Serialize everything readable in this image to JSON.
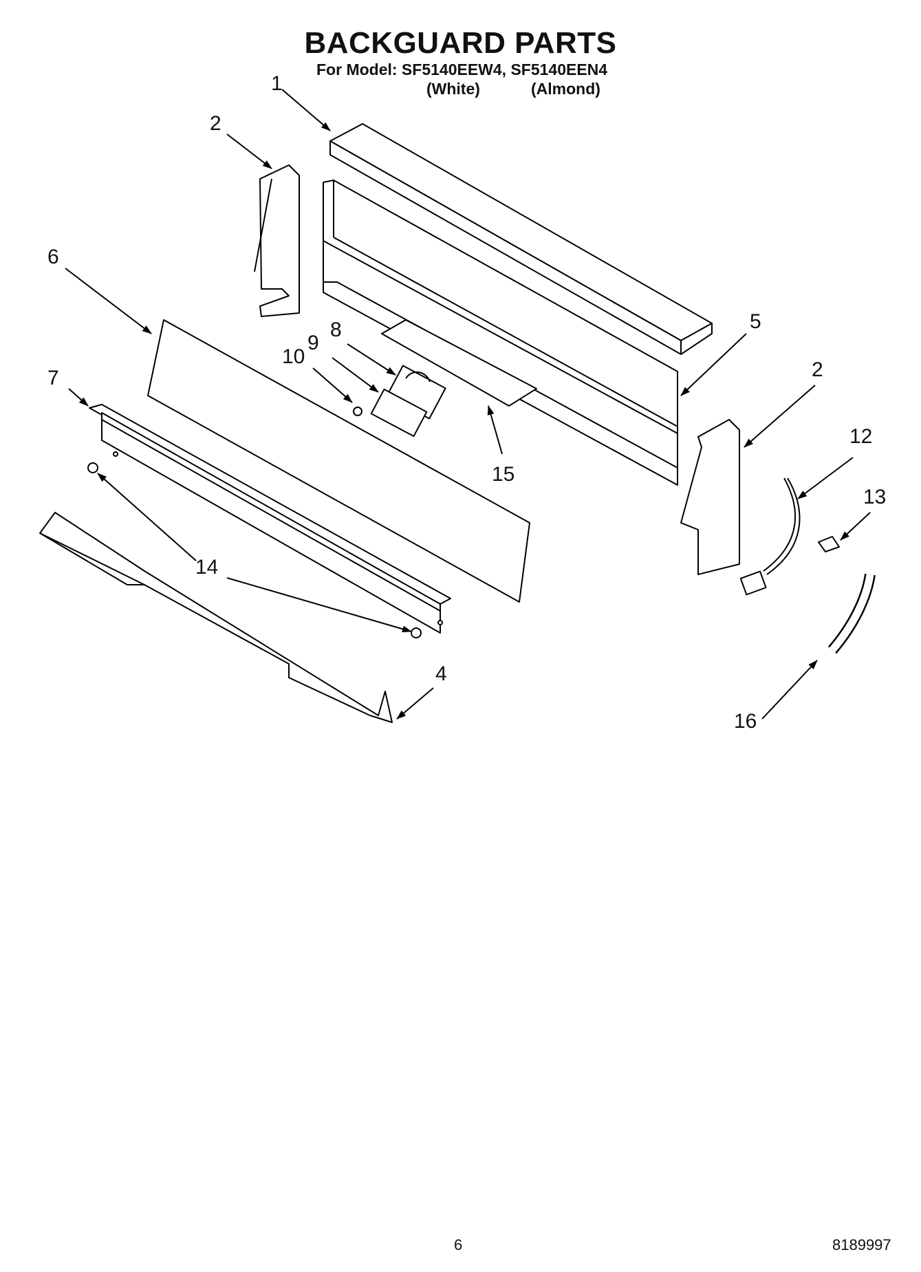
{
  "header": {
    "title": "BACKGUARD PARTS",
    "model_line": "For Model: SF5140EEW4, SF5140EEN4",
    "variant_white": "(White)",
    "variant_almond": "(Almond)"
  },
  "callouts": {
    "c1": "1",
    "c2a": "2",
    "c2b": "2",
    "c4": "4",
    "c5": "5",
    "c6": "6",
    "c7": "7",
    "c8": "8",
    "c9": "9",
    "c10": "10",
    "c12": "12",
    "c13": "13",
    "c14": "14",
    "c15": "15",
    "c16": "16"
  },
  "footer": {
    "page_number": "6",
    "document_number": "8189997"
  }
}
